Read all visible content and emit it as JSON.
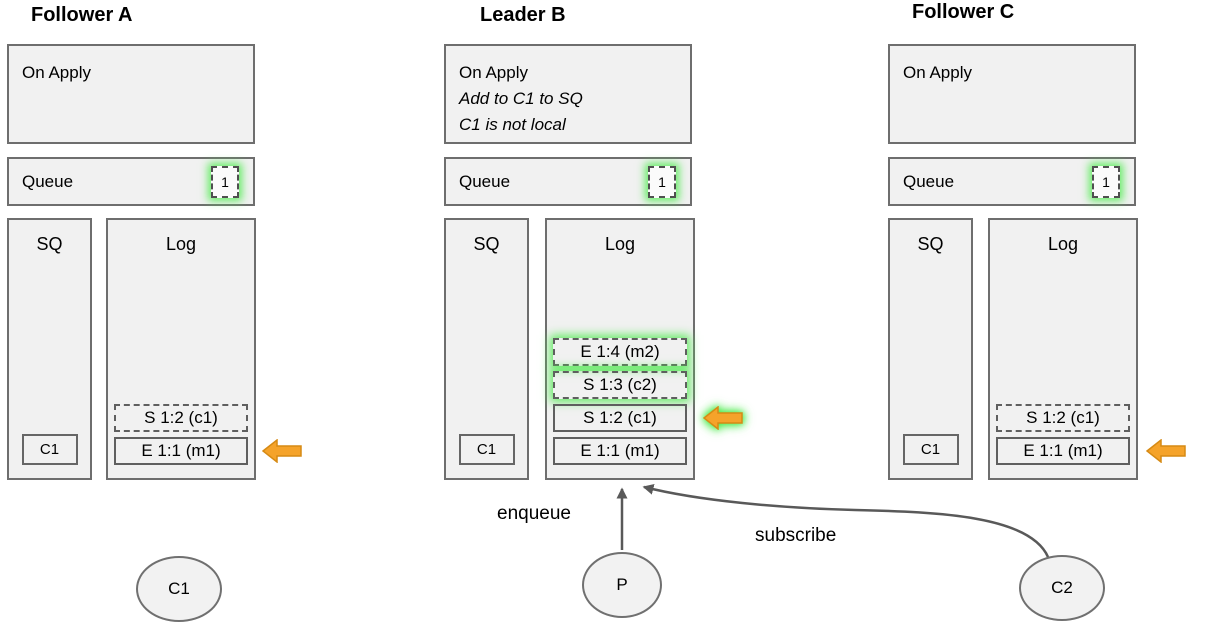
{
  "colors": {
    "box_fill": "#f1f1f1",
    "box_border": "#6e6e6e",
    "glow_green": "#56eb56",
    "orange_arrow_fill": "#f5a32a",
    "orange_arrow_stroke": "#d68a14",
    "connector_gray": "#595959"
  },
  "nodes": [
    {
      "title": "Follower A",
      "on_apply": {
        "title": "On Apply",
        "notes": []
      },
      "queue": {
        "label": "Queue",
        "badge": "1"
      },
      "sq": {
        "label": "SQ",
        "item": "C1"
      },
      "log": {
        "label": "Log",
        "entries": [
          {
            "text": "S 1:2 (c1)",
            "border": "dashed",
            "glow": false
          },
          {
            "text": "E 1:1 (m1)",
            "border": "solid",
            "glow": false
          }
        ]
      },
      "pointer": {
        "at_entry": "E 1:1 (m1)",
        "glow": false
      }
    },
    {
      "title": "Leader B",
      "on_apply": {
        "title": "On Apply",
        "notes": [
          "Add to C1 to SQ",
          "C1 is not local"
        ]
      },
      "queue": {
        "label": "Queue",
        "badge": "1"
      },
      "sq": {
        "label": "SQ",
        "item": "C1"
      },
      "log": {
        "label": "Log",
        "entries": [
          {
            "text": "E 1:4 (m2)",
            "border": "dashed",
            "glow": true
          },
          {
            "text": "S 1:3 (c2)",
            "border": "dashed",
            "glow": true
          },
          {
            "text": "S 1:2 (c1)",
            "border": "solid",
            "glow": false
          },
          {
            "text": "E 1:1 (m1)",
            "border": "solid",
            "glow": false
          }
        ]
      },
      "pointer": {
        "at_entry": "S 1:2 (c1)",
        "glow": true
      }
    },
    {
      "title": "Follower C",
      "on_apply": {
        "title": "On Apply",
        "notes": []
      },
      "queue": {
        "label": "Queue",
        "badge": "1"
      },
      "sq": {
        "label": "SQ",
        "item": "C1"
      },
      "log": {
        "label": "Log",
        "entries": [
          {
            "text": "S 1:2 (c1)",
            "border": "dashed",
            "glow": false
          },
          {
            "text": "E 1:1 (m1)",
            "border": "solid",
            "glow": false
          }
        ]
      },
      "pointer": {
        "at_entry": "E 1:1 (m1)",
        "glow": false
      }
    }
  ],
  "actors": [
    {
      "label": "C1"
    },
    {
      "label": "P"
    },
    {
      "label": "C2"
    }
  ],
  "edges": {
    "enqueue_label": "enqueue",
    "subscribe_label": "subscribe"
  }
}
